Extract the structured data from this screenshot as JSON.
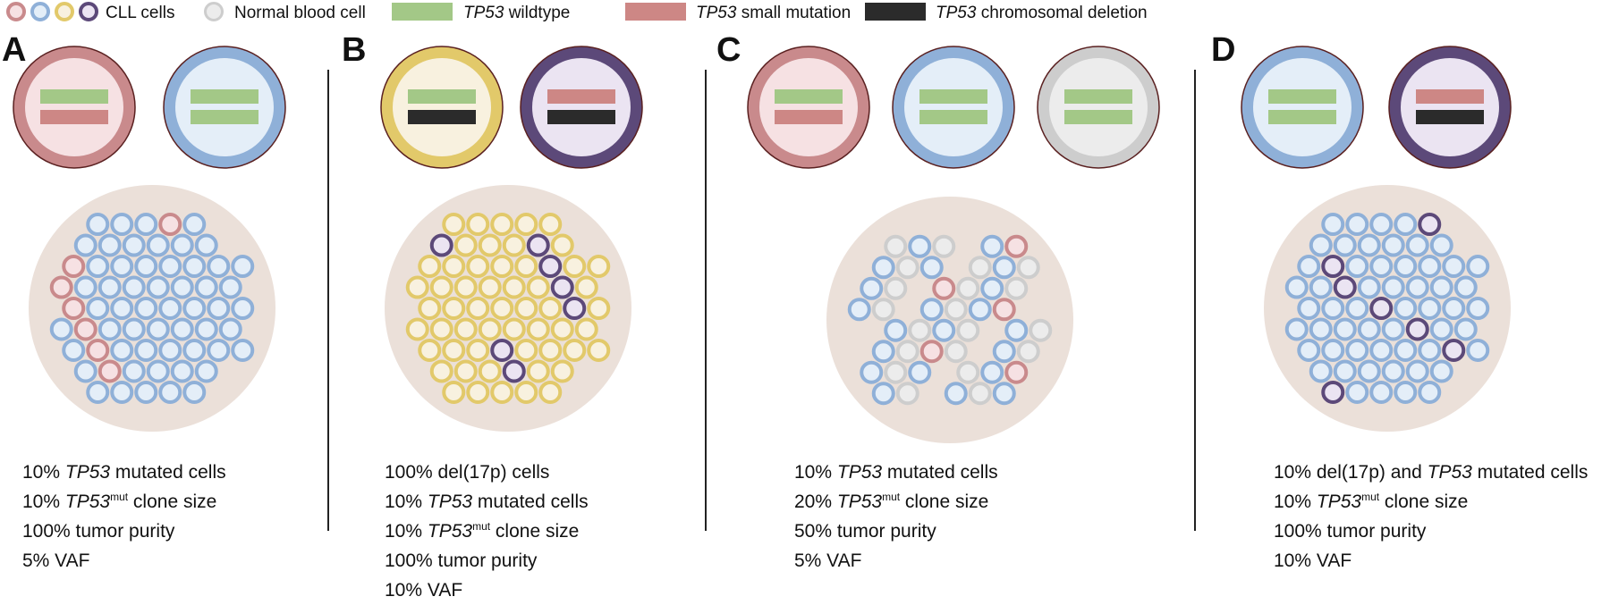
{
  "legend": {
    "cll_cells_label": "CLL cells",
    "normal_cell_label": "Normal blood cell",
    "wildtype_gene": "TP53",
    "wildtype_suffix": " wildtype",
    "small_mutation_gene": "TP53",
    "small_mutation_suffix": " small mutation",
    "deletion_gene": "TP53",
    "deletion_suffix": " chromosomal deletion"
  },
  "colors": {
    "wildtype": "#a3c887",
    "small_mutation": "#cd8785",
    "deletion": "#2b2b2b",
    "cell_red_ring": "#c98a8c",
    "cell_red_fill": "#f6e1e3",
    "cell_blue_ring": "#8fb0d8",
    "cell_blue_fill": "#e4eef8",
    "cell_yellow_ring": "#e2c96a",
    "cell_yellow_fill": "#f8f1df",
    "cell_purple_ring": "#5c4979",
    "cell_purple_fill": "#ebe4f2",
    "cell_gray_ring": "#cdcdcd",
    "cell_gray_fill": "#ececec",
    "sample_bg": "#ebe0d9",
    "cell_outline": "#5a2020"
  },
  "panels": [
    {
      "letter": "A",
      "stats": [
        {
          "pre": "10% ",
          "gene": "TP53",
          "sup": "",
          "post": " mutated cells"
        },
        {
          "pre": "10% ",
          "gene": "TP53",
          "sup": "mut",
          "post": " clone size"
        },
        {
          "pre": "100% tumor purity",
          "gene": "",
          "sup": "",
          "post": ""
        },
        {
          "pre": "5% VAF",
          "gene": "",
          "sup": "",
          "post": ""
        }
      ]
    },
    {
      "letter": "B",
      "stats": [
        {
          "pre": "100% del(17p) cells",
          "gene": "",
          "sup": "",
          "post": ""
        },
        {
          "pre": "10% ",
          "gene": "TP53",
          "sup": "",
          "post": " mutated cells"
        },
        {
          "pre": "10% ",
          "gene": "TP53",
          "sup": "mut",
          "post": " clone size"
        },
        {
          "pre": "100% tumor purity",
          "gene": "",
          "sup": "",
          "post": ""
        },
        {
          "pre": "10% VAF",
          "gene": "",
          "sup": "",
          "post": ""
        }
      ]
    },
    {
      "letter": "C",
      "stats": [
        {
          "pre": "10% ",
          "gene": "TP53",
          "sup": "",
          "post": " mutated cells"
        },
        {
          "pre": "20% ",
          "gene": "TP53",
          "sup": "mut",
          "post": " clone size"
        },
        {
          "pre": "50% tumor purity",
          "gene": "",
          "sup": "",
          "post": ""
        },
        {
          "pre": "5% VAF",
          "gene": "",
          "sup": "",
          "post": ""
        }
      ]
    },
    {
      "letter": "D",
      "stats": [
        {
          "pre": "10% del(17p) and ",
          "gene": "TP53",
          "sup": "",
          "post": " mutated cells"
        },
        {
          "pre": "10% ",
          "gene": "TP53",
          "sup": "mut",
          "post": " clone size"
        },
        {
          "pre": "100% tumor purity",
          "gene": "",
          "sup": "",
          "post": ""
        },
        {
          "pre": "10% VAF",
          "gene": "",
          "sup": "",
          "post": ""
        }
      ]
    }
  ]
}
